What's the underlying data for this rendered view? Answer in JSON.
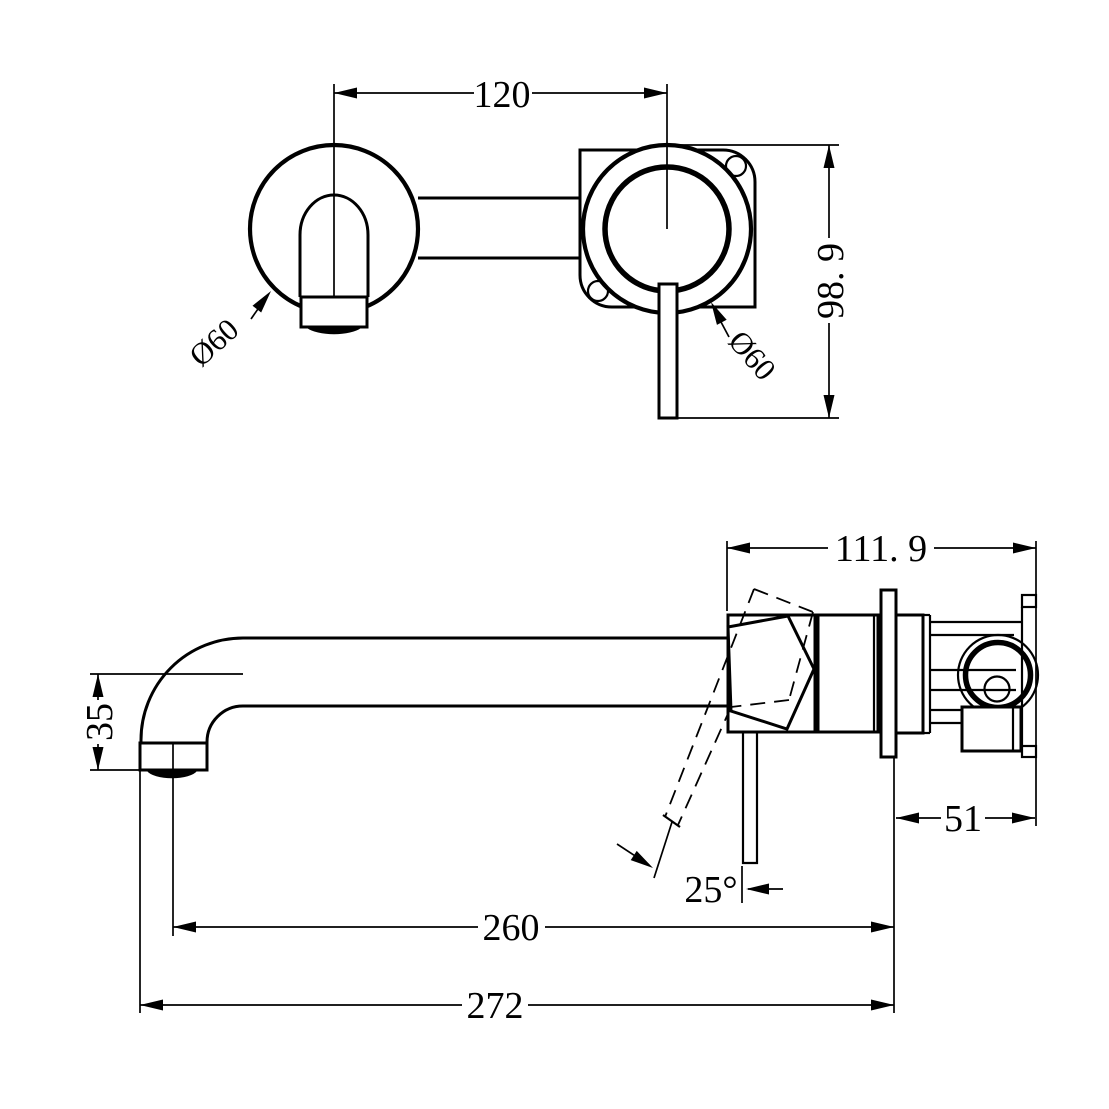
{
  "colors": {
    "line": "#000000",
    "background": "#ffffff"
  },
  "top_view": {
    "center_distance": "120",
    "left_flange_diameter": "Ø60",
    "right_flange_diameter": "Ø60",
    "handle_height": "98. 9"
  },
  "side_view": {
    "body_length": "111. 9",
    "spout_drop": "35",
    "wall_offset": "51",
    "handle_angle": "25°",
    "spout_reach": "260",
    "overall_reach": "272"
  }
}
